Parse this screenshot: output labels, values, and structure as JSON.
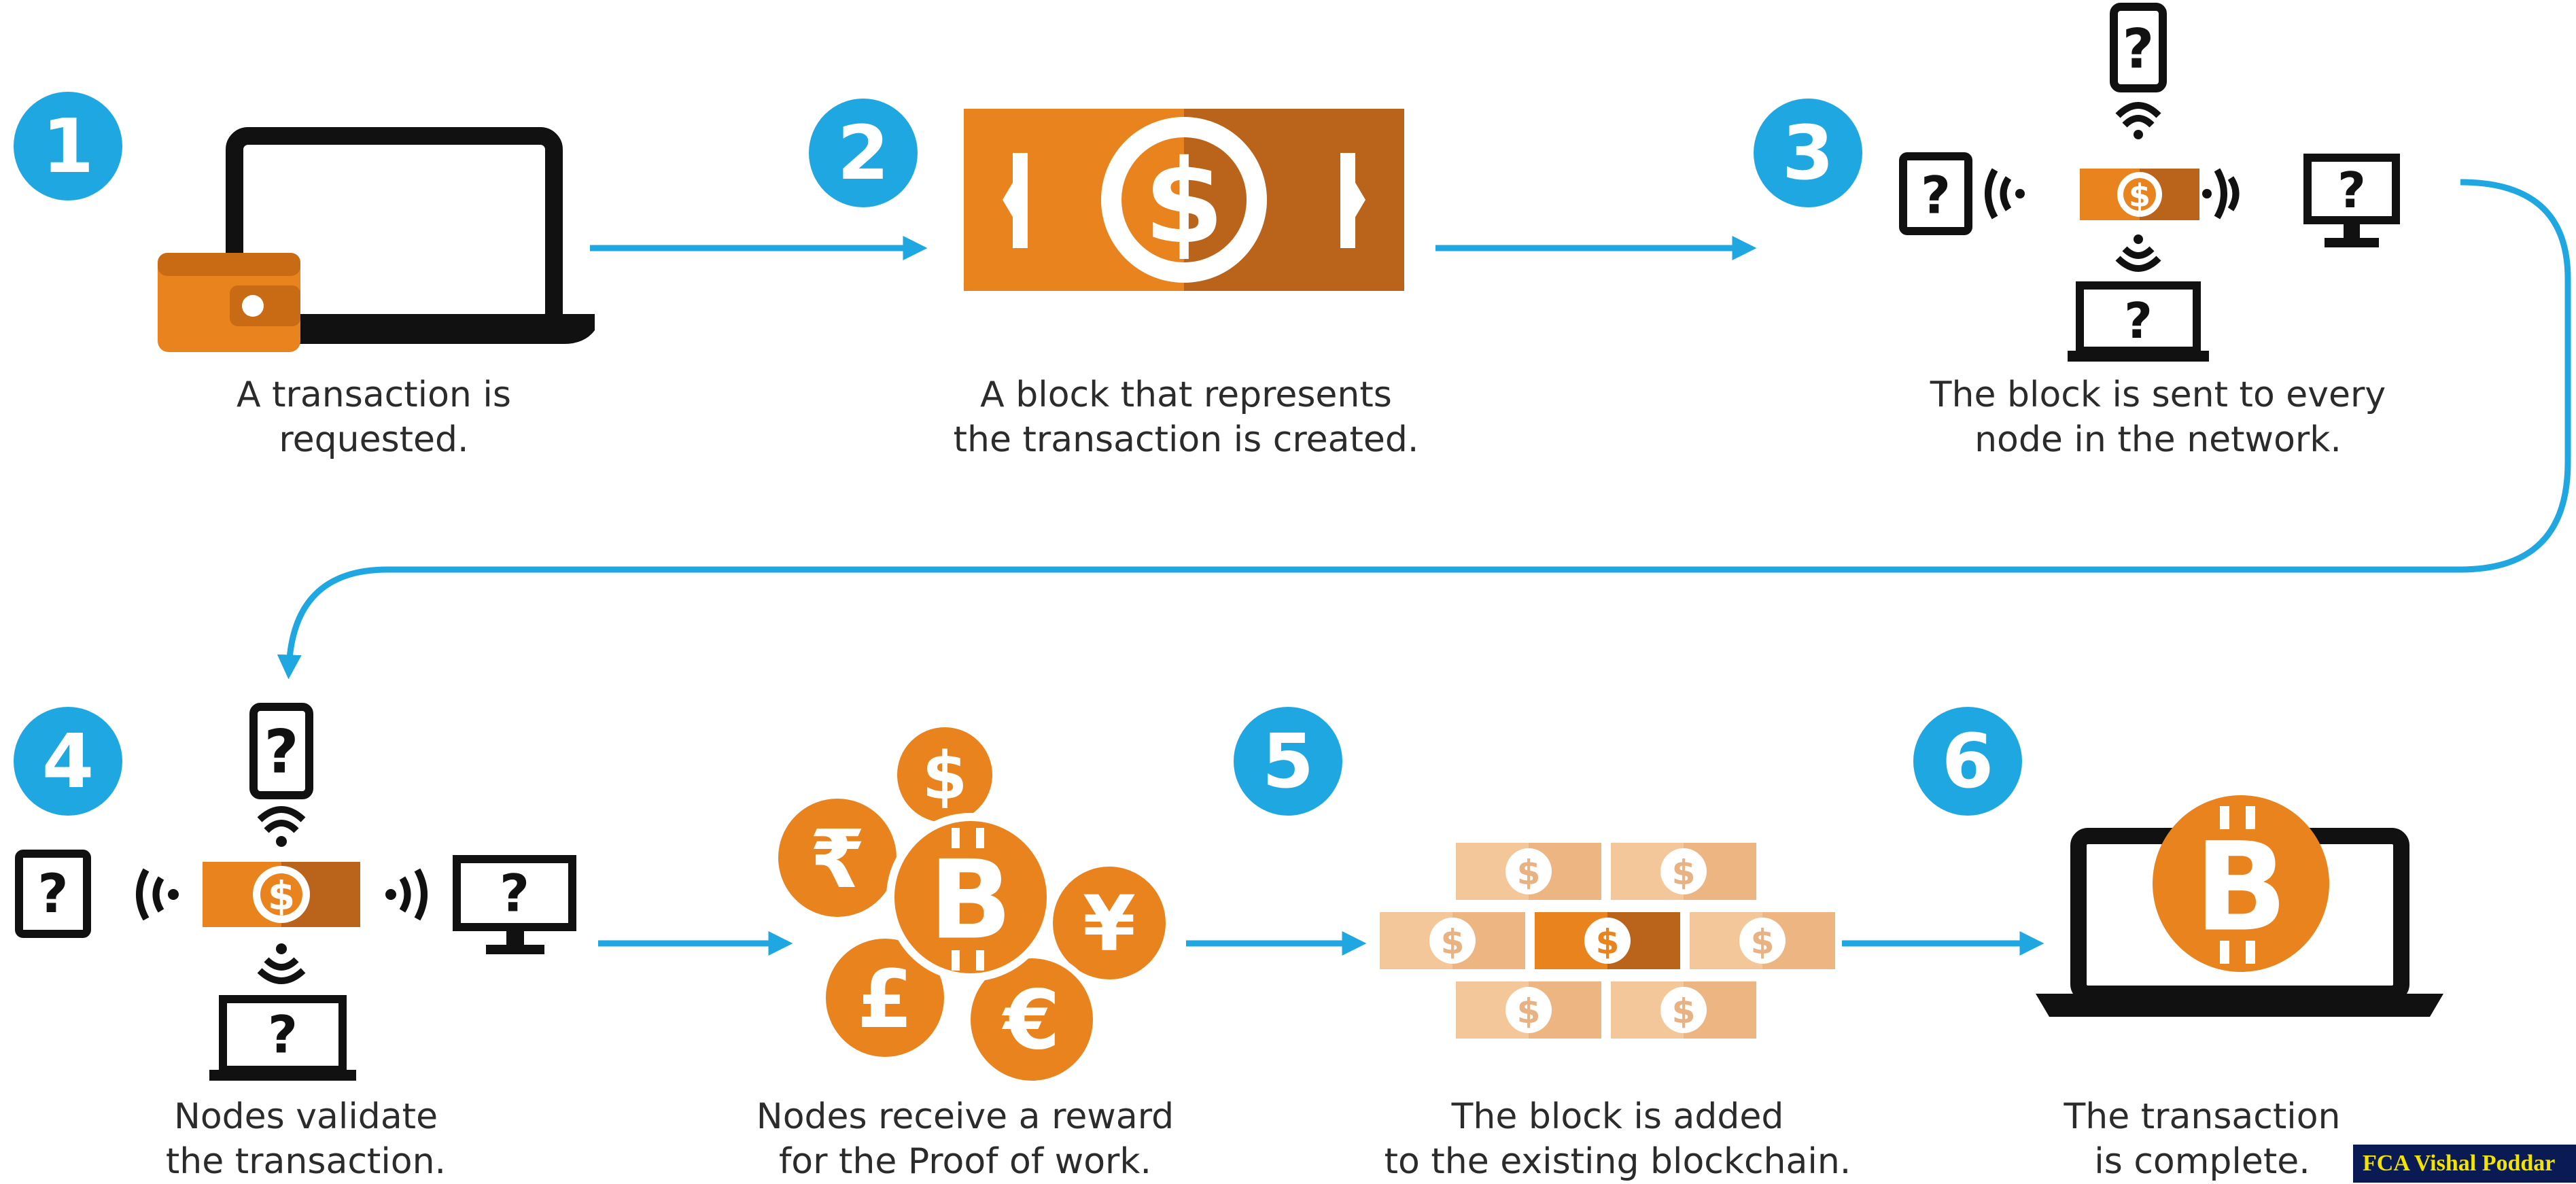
{
  "colors": {
    "accent_blue": "#1ea7e1",
    "orange": "#e8831e",
    "orange_dark": "#b9641a",
    "black": "#111111"
  },
  "steps": [
    {
      "number": "1",
      "line1": "A transaction is",
      "line2": "requested.",
      "icon": "laptop-wallet-icon"
    },
    {
      "number": "2",
      "line1": "A block that represents",
      "line2": "the transaction is created.",
      "icon": "dollar-bill-icon"
    },
    {
      "number": "3",
      "line1": "The block is sent to every",
      "line2": "node in the network.",
      "icon": "network-broadcast-icon"
    },
    {
      "number": "4",
      "line1": "Nodes validate",
      "line2": "the transaction.",
      "icon": "network-broadcast-icon"
    },
    {
      "number": "",
      "line1": "Nodes receive a reward",
      "line2": "for the Proof of work.",
      "icon": "currency-coins-icon"
    },
    {
      "number": "5",
      "line1": "The block is added",
      "line2": "to the existing blockchain.",
      "icon": "block-stack-icon"
    },
    {
      "number": "6",
      "line1": "The transaction",
      "line2": "is complete.",
      "icon": "laptop-bitcoin-icon"
    }
  ],
  "glyphs": {
    "dollar": "$",
    "unknown": "?",
    "rupee": "₹",
    "bitcoin": "B",
    "yen": "¥",
    "pound": "£",
    "euro": "€"
  },
  "credit": "FCA Vishal Poddar"
}
